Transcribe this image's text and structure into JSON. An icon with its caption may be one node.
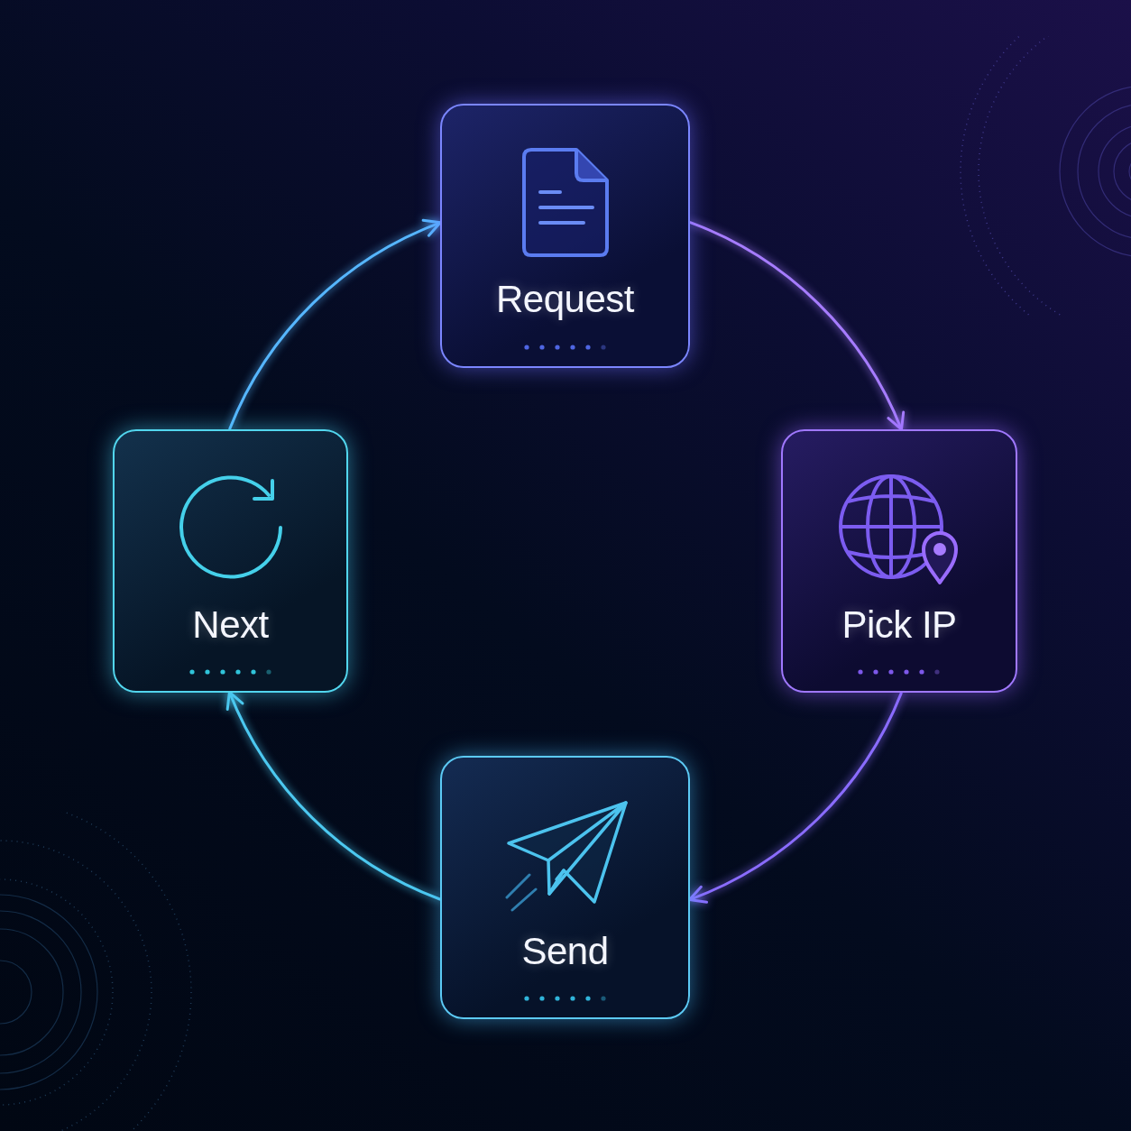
{
  "diagram": {
    "nodes": [
      {
        "text": [
          "Request"
        ]
      },
      {
        "text": [
          "Pick IP"
        ]
      },
      {
        "text": [
          "Send"
        ]
      },
      {
        "text": [
          "Next"
        ]
      }
    ],
    "edges": [
      {
        "from": 0,
        "to": 1,
        "arrow": "to",
        "color": "#a67cff"
      },
      {
        "from": 1,
        "to": 2,
        "arrow": "to",
        "color": "#8a6cff"
      },
      {
        "from": 2,
        "to": 3,
        "arrow": "to",
        "color": "#4cc8f0"
      },
      {
        "from": 3,
        "to": 0,
        "arrow": "to",
        "color": "#56b6ff"
      }
    ]
  }
}
